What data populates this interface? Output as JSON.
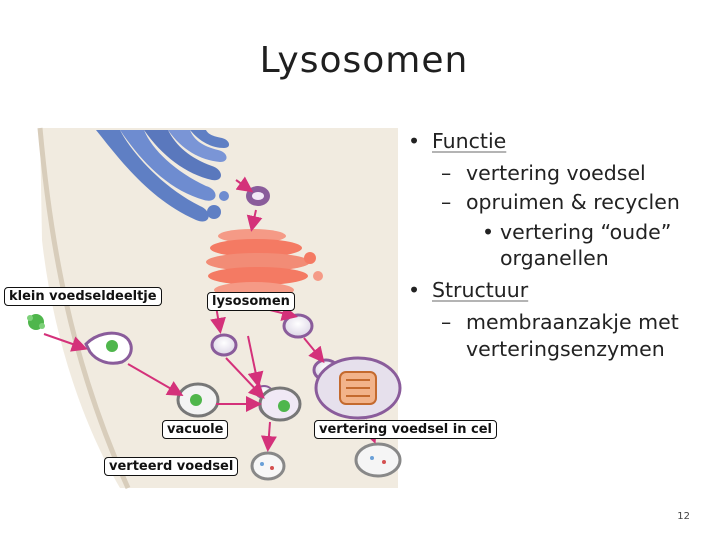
{
  "title": "Lysosomen",
  "bullets": {
    "functie": "Functie",
    "vertering": "vertering voedsel",
    "opruimen": "opruimen & recyclen",
    "oude": "vertering “oude” organellen",
    "structuur": "Structuur",
    "membraan": "membraanzakje met verteringsenzymen"
  },
  "labels": {
    "klein": "klein voedseldeeltje",
    "lysosomen": "lysosomen",
    "vacuole": "vacuole",
    "vertering_cel": "vertering voedsel in cel",
    "verteerd": "verteerd voedsel"
  },
  "page_number": "12",
  "colors": {
    "cytoplasm": "#f1ebe0",
    "golgi_blue": "#5f7fc4",
    "golgi_red": "#f47a63",
    "arrow": "#d4317a",
    "vesicle_purple": "#8a5c9b",
    "food_green": "#4fb64c"
  }
}
